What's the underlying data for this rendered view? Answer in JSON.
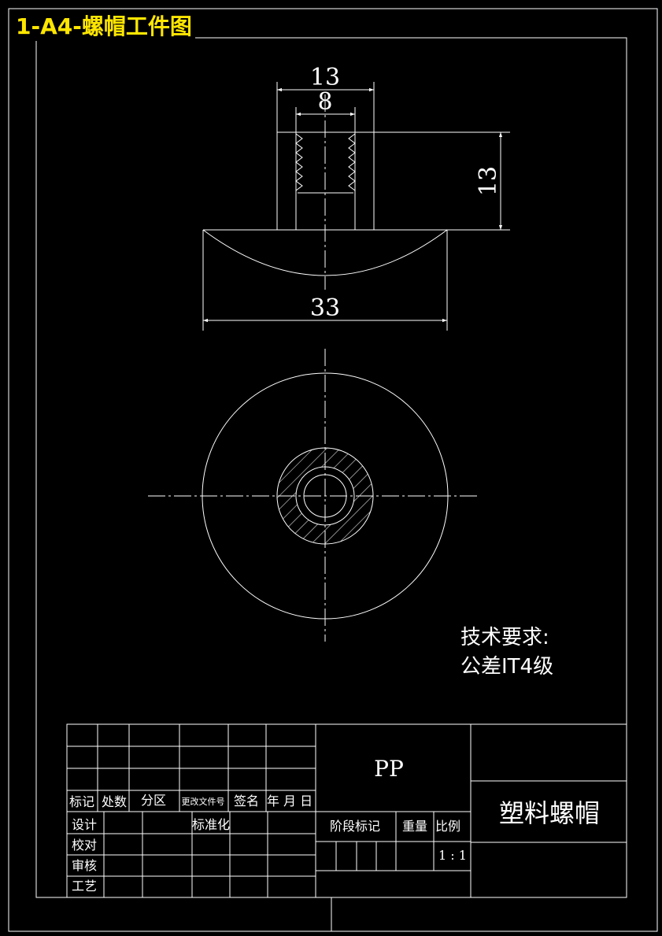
{
  "title": "1-A4-螺帽工件图",
  "dimensions": {
    "outer_width": "13",
    "inner_width": "8",
    "height": "13",
    "base_width": "33"
  },
  "tech_requirements": {
    "heading": "技术要求:",
    "line1": "公差IT4级"
  },
  "title_block": {
    "material": "PP",
    "part_name": "塑料螺帽",
    "scale_value": "1 : 1",
    "headers": {
      "mark": "标记",
      "count": "处数",
      "zone": "分区",
      "change_doc": "更改文件号",
      "signature": "签名",
      "date": "年 月 日"
    },
    "roles": {
      "design": "设计",
      "standardize": "标准化",
      "check": "校对",
      "review": "审核",
      "process": "工艺"
    },
    "stage_mark": "阶段标记",
    "weight": "重量",
    "scale": "比例"
  },
  "colors": {
    "background": "#000000",
    "lines": "#ffffff",
    "title_text": "#ffe600"
  }
}
